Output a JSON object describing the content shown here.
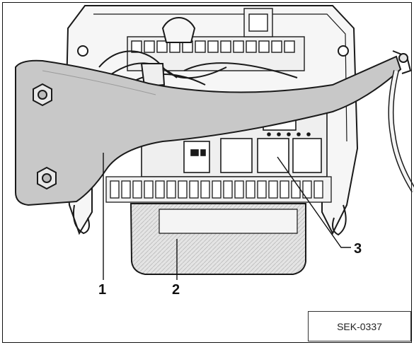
{
  "figure": {
    "reference_code": "SEK-0337",
    "callouts": [
      {
        "id": "1",
        "label": "1"
      },
      {
        "id": "2",
        "label": "2"
      },
      {
        "id": "3",
        "label": "3"
      }
    ],
    "colors": {
      "line": "#1a1a1a",
      "strap_fill": "#c8c8c8",
      "module_fill": "#ececec",
      "housing_fill": "#dcdcdc",
      "panel_bg": "#ffffff"
    }
  }
}
